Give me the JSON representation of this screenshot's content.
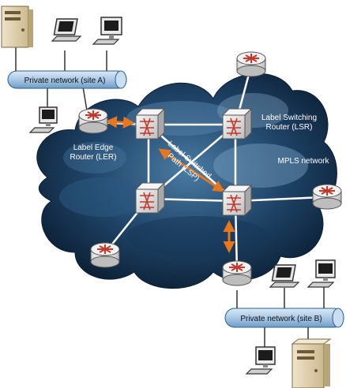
{
  "diagram": {
    "network_a_label": "Private network (site A)",
    "network_b_label": "Private network (site B)",
    "mpls_label": "MPLS network",
    "lsr_label_line1": "Label Switching",
    "lsr_label_line2": "Router (LSR)",
    "ler_label_line1": "Label Edge",
    "ler_label_line2": "Router (LER)",
    "lsp_label_line1": "Label Switched",
    "lsp_label_line2": "Path (LSP)"
  },
  "colors": {
    "cloud_dark": "#0f2a44",
    "cloud_mid": "#3b6a93",
    "cloud_light": "#8fb2cf",
    "bus_fill": "#a9c8e6",
    "bus_stroke": "#2e5f8a",
    "arrow": "#e8761c",
    "link": "#ffffff"
  },
  "icons": [
    "server-icon",
    "laptop-icon",
    "workstation-icon",
    "router-icon",
    "switch-icon"
  ]
}
